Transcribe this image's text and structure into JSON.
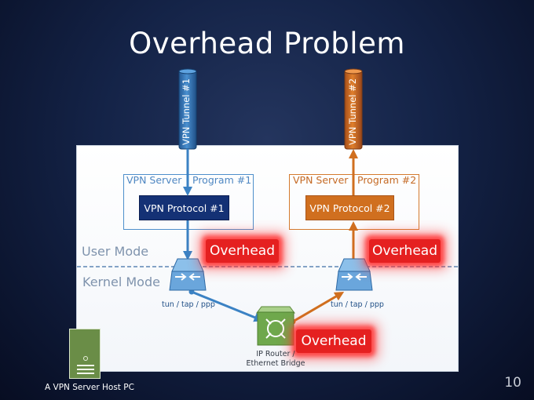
{
  "title": "Overhead Problem",
  "slide_number": "10",
  "host_label": "A VPN Server Host PC",
  "tunnels": [
    {
      "label": "VPN Tunnel #1"
    },
    {
      "label": "VPN Tunnel #2"
    }
  ],
  "programs": [
    {
      "title_a": "VPN Server",
      "title_b": "Program #1",
      "protocol": "VPN Protocol #1"
    },
    {
      "title_a": "VPN Server",
      "title_b": "Program #2",
      "protocol": "VPN Protocol #2"
    }
  ],
  "modes": {
    "user": "User Mode",
    "kernel": "Kernel Mode"
  },
  "overhead_label": "Overhead",
  "overheads": [
    "Overhead",
    "Overhead",
    "Overhead"
  ],
  "tun_labels": [
    "tun / tap / ppp",
    "tun / tap / ppp"
  ],
  "router": {
    "line1": "IP Router /",
    "line2": "Ethernet Bridge"
  },
  "colors": {
    "blue": "#3b82c4",
    "navy": "#143175",
    "orange": "#d06f1f",
    "overhead_red": "#e52020",
    "router_green": "#6fa84c"
  }
}
